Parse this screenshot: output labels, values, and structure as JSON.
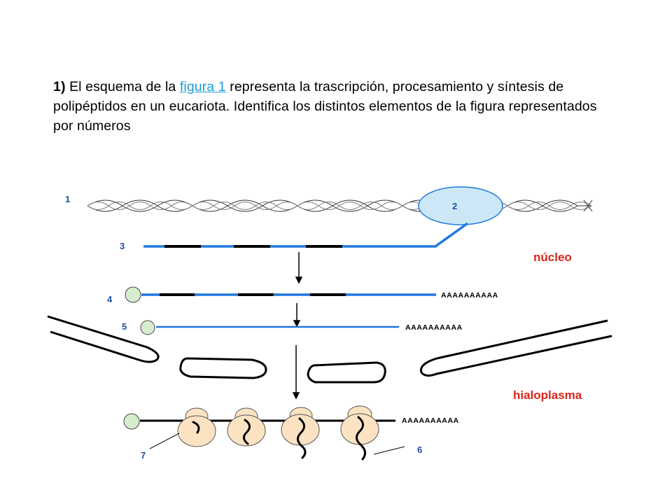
{
  "question": {
    "number": "1)",
    "text_before": " El esquema de la  ",
    "link": "figura 1",
    "text_after": " representa la trascripción, procesamiento y síntesis de polipéptidos en un eucariota. Identifica los distintos elementos de la figura representados por números"
  },
  "diagram": {
    "numbers": {
      "n1": "1",
      "n2": "2",
      "n3": "3",
      "n4": "4",
      "n5": "5",
      "n6": "6",
      "n7": "7"
    },
    "regions": {
      "nucleus": "núcleo",
      "cytoplasm": "hialoplasma"
    },
    "poly_a_tail": "AAAAAAAAAA",
    "colors": {
      "rna": "#1f77e0",
      "strand": "#000000",
      "label": "#d8261c",
      "number": "#1f4fa8",
      "polymerase_fill": "#cce8f7",
      "cap_fill": "#d5edce",
      "ribosome_fill": "#fbe3c2",
      "link": "#1a9bd7"
    }
  }
}
